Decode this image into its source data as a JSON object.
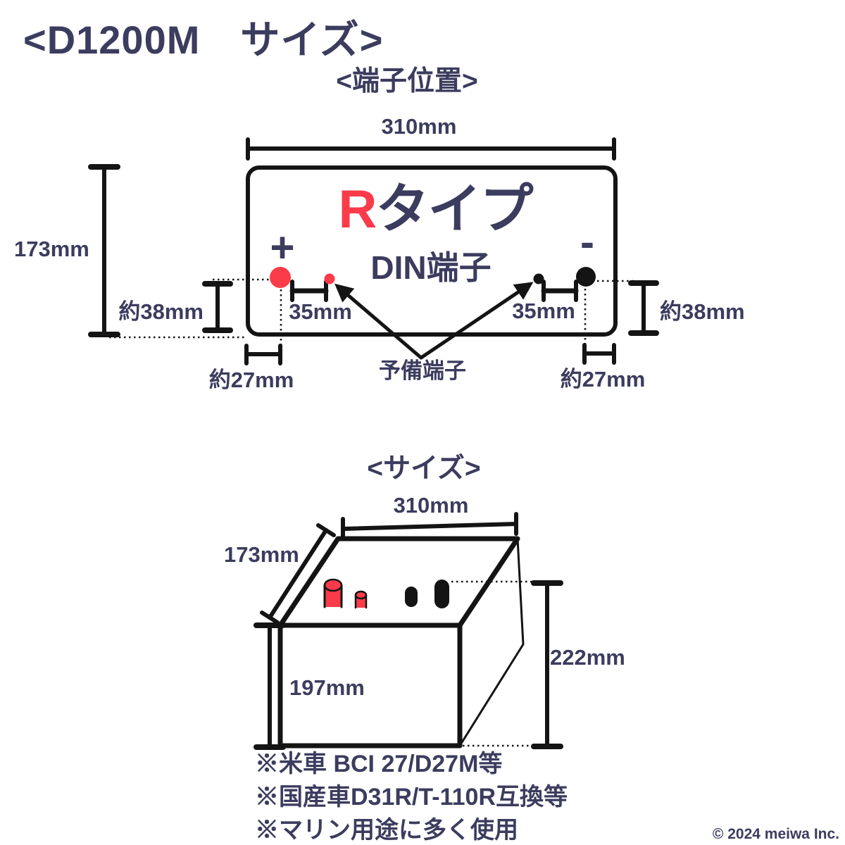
{
  "page": {
    "title": "<D1200M　サイズ>",
    "copyright": "© 2024 meiwa Inc."
  },
  "colors": {
    "navy": "#3b3c5e",
    "red": "#fb3b49",
    "line": "#141414"
  },
  "terminal_diagram": {
    "heading": "<端子位置>",
    "battery": {
      "type_letter": "R",
      "type_suffix": "タイプ",
      "terminal_standard": "DIN端子",
      "plus_sign": "+",
      "minus_sign": "-"
    },
    "dimensions": {
      "width": "310mm",
      "height": "173mm",
      "terminal_offset_left": "約38mm",
      "terminal_offset_right": "約38mm",
      "terminal_pitch_left": "35mm",
      "terminal_pitch_right": "35mm",
      "edge_offset_left": "約27mm",
      "edge_offset_right": "約27mm"
    },
    "spare_terminal_label": "予備端子"
  },
  "size_diagram": {
    "heading": "<サイズ>",
    "dimensions": {
      "width": "310mm",
      "depth": "173mm",
      "case_height": "197mm",
      "total_height": "222mm"
    }
  },
  "notes": [
    "※米車 BCI 27/D27M等",
    "※国産車D31R/T-110R互換等",
    "※マリン用途に多く使用"
  ]
}
